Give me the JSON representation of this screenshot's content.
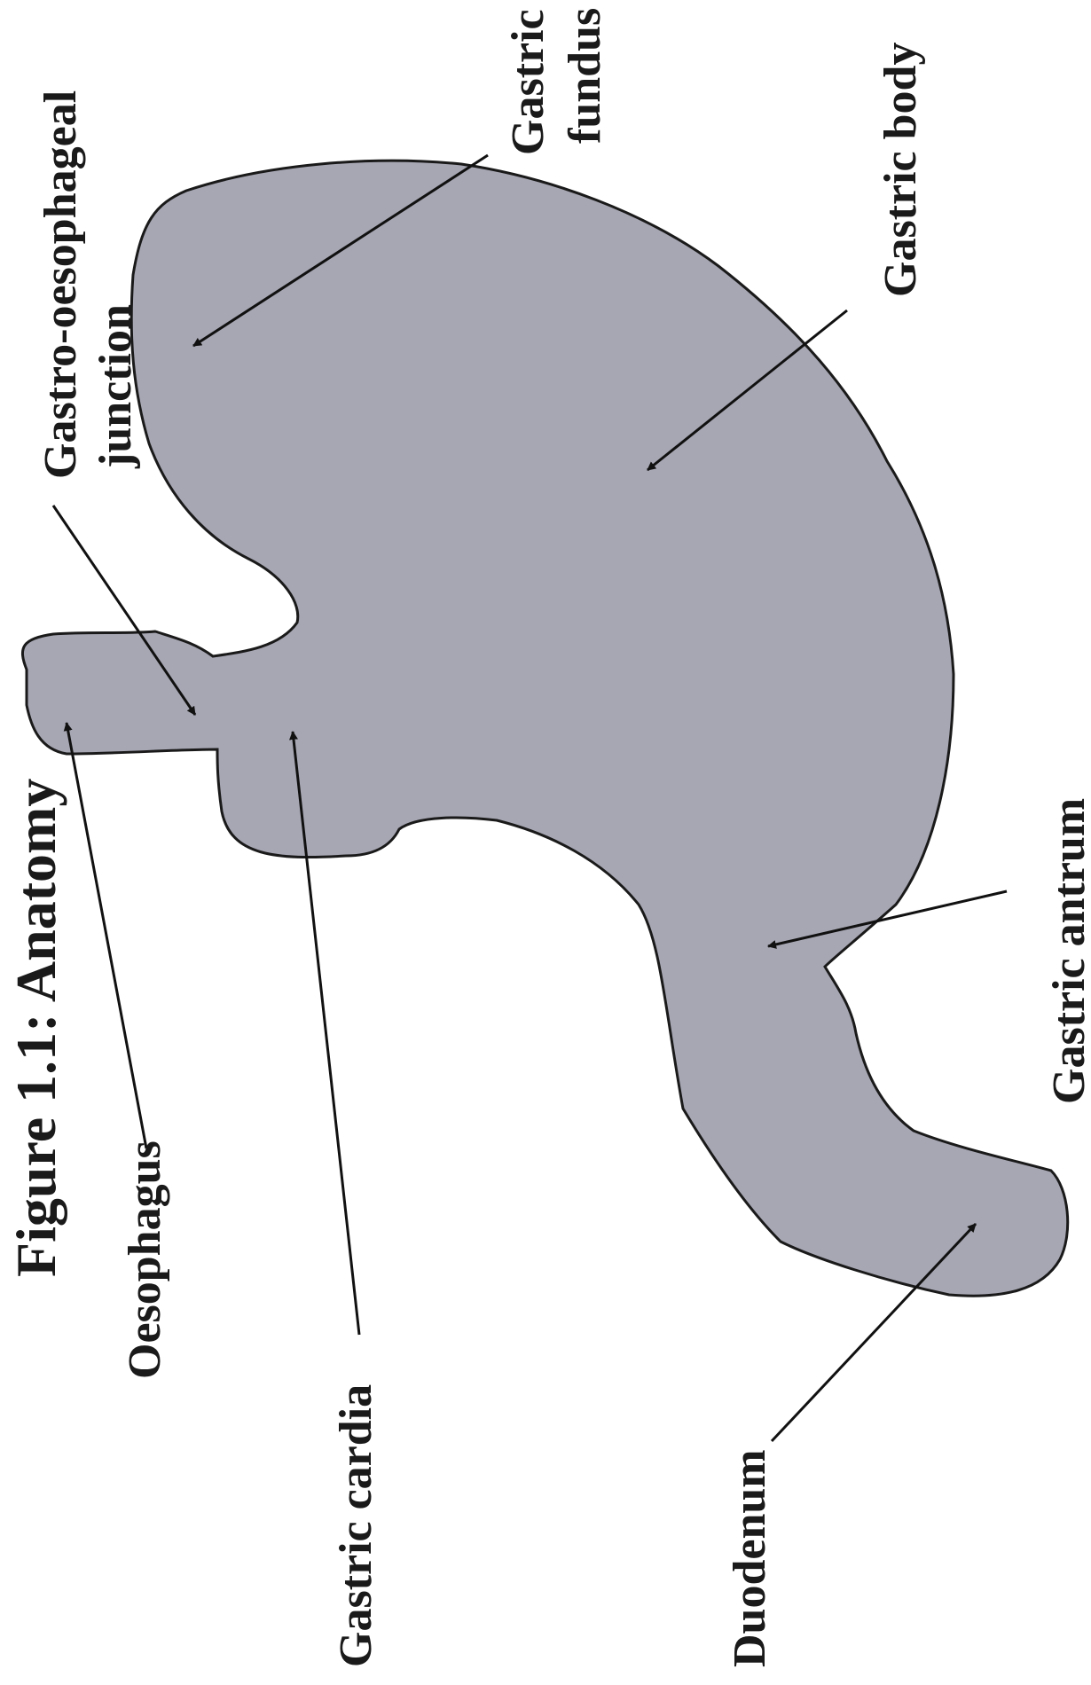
{
  "figure": {
    "title": "Figure 1.1: Anatomy",
    "shape_color": "#a7a7b4",
    "outline_color": "#1a1a1a"
  },
  "labels": {
    "oesophagus": "Oesophagus",
    "gastric_cardia": "Gastric cardia",
    "duodenum": "Duodenum",
    "gastro_oesophageal_junction_line1": "Gastro-oesophageal",
    "gastro_oesophageal_junction_line2": "junction",
    "gastric_fundus_line1": "Gastric",
    "gastric_fundus_line2": "fundus",
    "gastric_body": "Gastric body",
    "gastric_antrum": "Gastric antrum"
  }
}
